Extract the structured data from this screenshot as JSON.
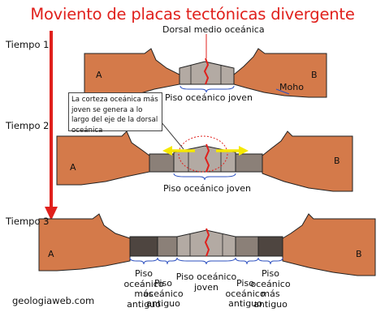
{
  "title": "Moviento de placas tectónicas divergente",
  "stages": {
    "t1": "Tiempo 1",
    "t2": "Tiempo 2",
    "t3": "Tiempo 3"
  },
  "labels": {
    "ridge": "Dorsal medio oceánica",
    "moho": "Moho",
    "plate_a": "A",
    "plate_b": "B",
    "young_floor": "Piso oceánico joven",
    "callout": "La corteza oceánica más joven se genera a lo largo del eje de la dorsal oceánica",
    "floor_old_line1": "Piso",
    "floor_old_line2": "oceánico",
    "floor_old_line3": "más",
    "floor_old_line4": "antiguo",
    "floor_mid_line1": "Piso",
    "floor_mid_line2": "oceánico",
    "floor_mid_line3": "antiguo",
    "floor_young_line1": "Piso oceánico",
    "floor_young_line2": "joven",
    "source": "geologiaweb.com"
  },
  "colors": {
    "title": "#e0201c",
    "continent": "#d47a4a",
    "continent_dark": "#b8603a",
    "crust_young": "#b3aaa3",
    "crust_mid": "#8b8078",
    "crust_old": "#4e4540",
    "arrow_red": "#e0201c",
    "arrow_yellow": "#f5e800",
    "bracket": "#2b4fbf"
  }
}
